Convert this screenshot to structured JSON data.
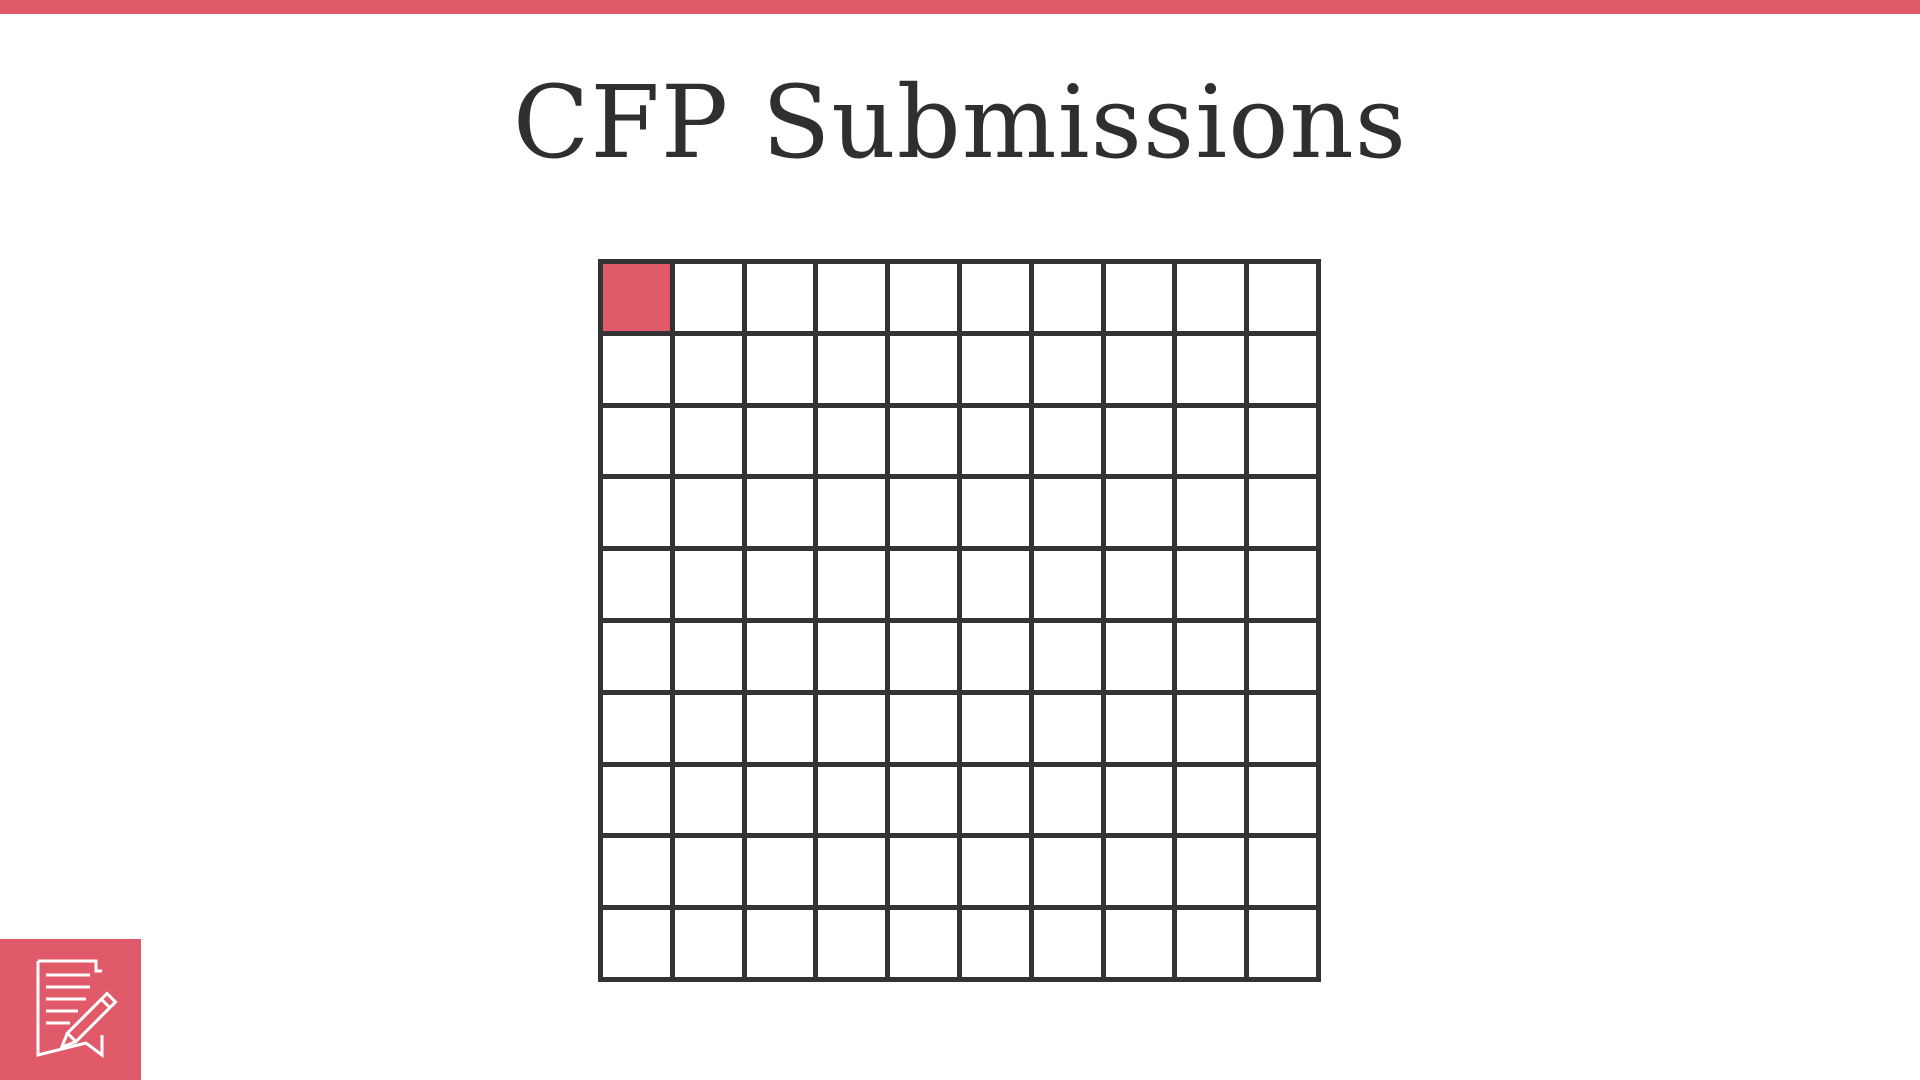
{
  "slide": {
    "title": "CFP Submissions",
    "accent_color": "#e05a6a",
    "grid_line_color": "#333333"
  },
  "chart_data": {
    "type": "waffle",
    "rows": 10,
    "columns": 10,
    "total_cells": 100,
    "highlighted_cells": 1,
    "highlight_color": "#e05a6a",
    "empty_color": "#ffffff"
  },
  "icons": {
    "logo": "document-pencil-icon"
  }
}
